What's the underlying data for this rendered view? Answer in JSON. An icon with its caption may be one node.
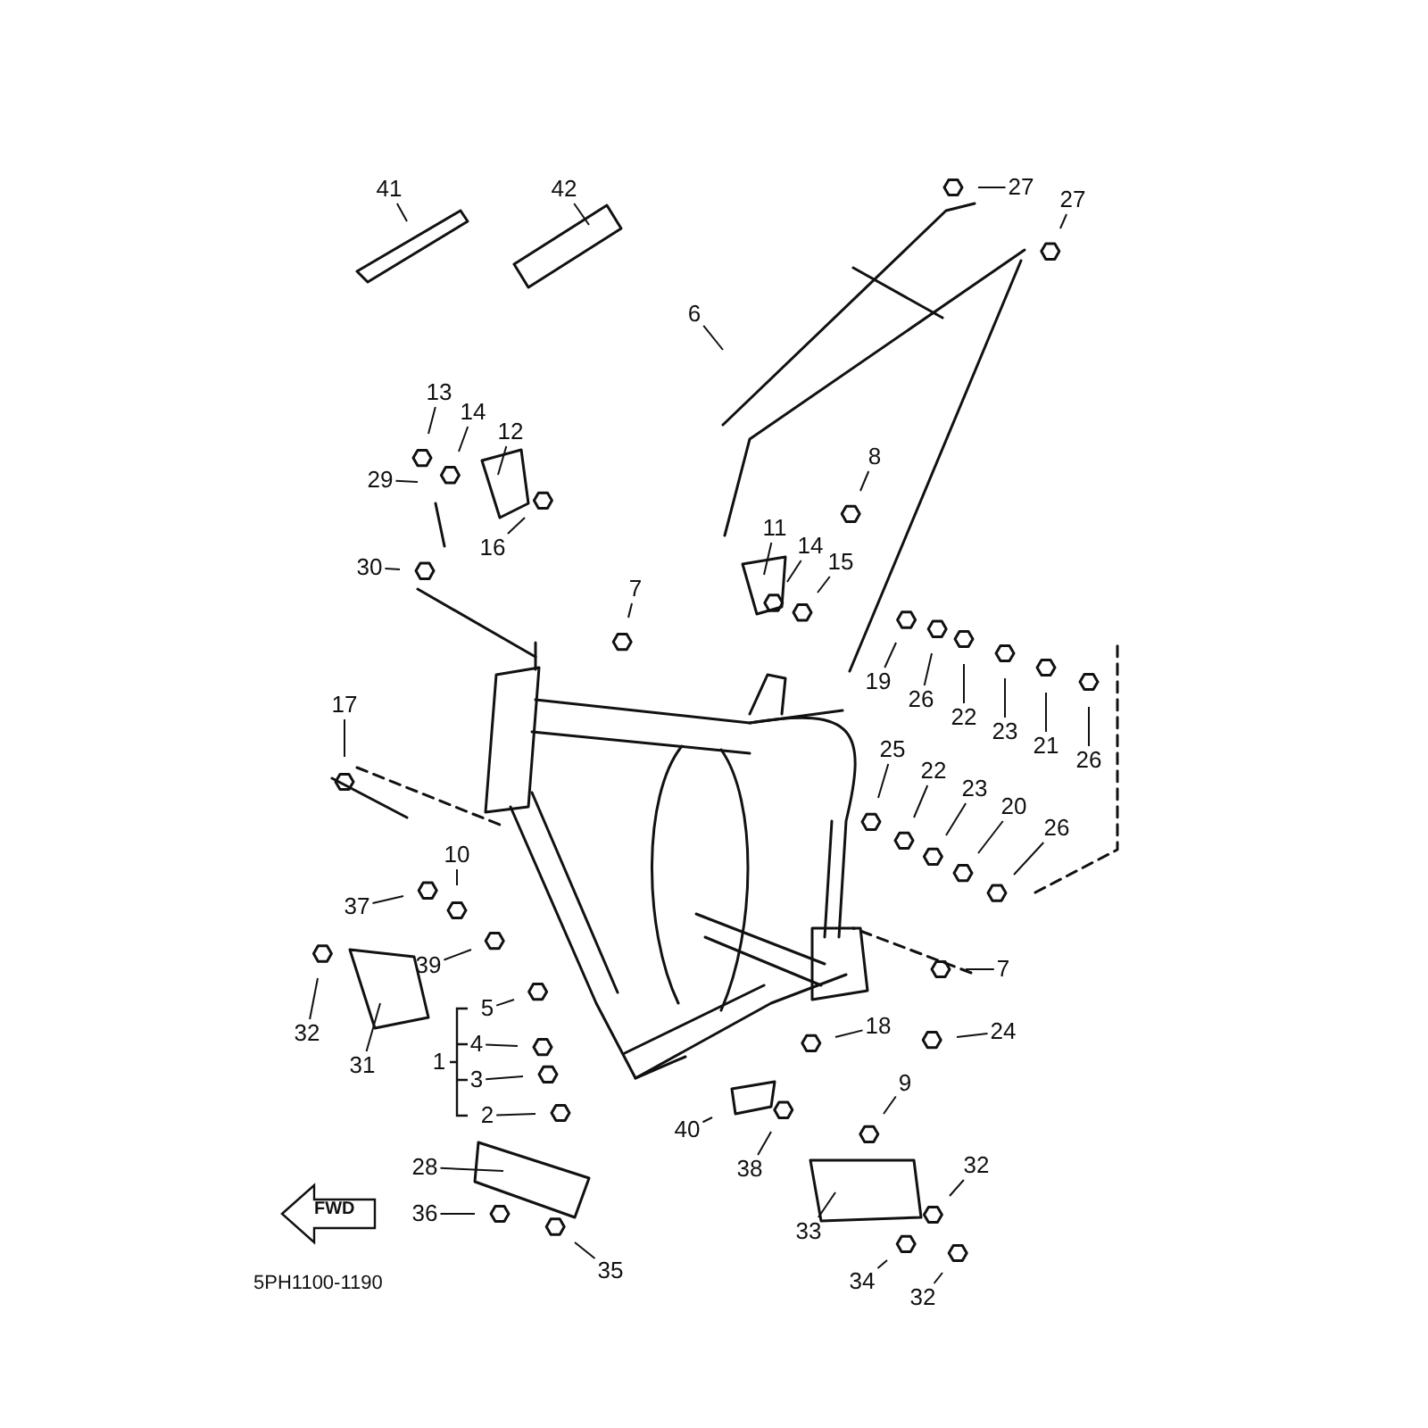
{
  "diagram": {
    "nodes": [
      {
        "text": [
          "41"
        ]
      },
      {
        "text": [
          "42"
        ]
      },
      {
        "text": [
          "27"
        ]
      },
      {
        "text": [
          "27"
        ]
      },
      {
        "text": [
          "6"
        ]
      },
      {
        "text": [
          "13"
        ]
      },
      {
        "text": [
          "14"
        ]
      },
      {
        "text": [
          "12"
        ]
      },
      {
        "text": [
          "29"
        ]
      },
      {
        "text": [
          "8"
        ]
      },
      {
        "text": [
          "16"
        ]
      },
      {
        "text": [
          "11"
        ]
      },
      {
        "text": [
          "14"
        ]
      },
      {
        "text": [
          "15"
        ]
      },
      {
        "text": [
          "30"
        ]
      },
      {
        "text": [
          "7"
        ]
      },
      {
        "text": [
          "19"
        ]
      },
      {
        "text": [
          "26"
        ]
      },
      {
        "text": [
          "22"
        ]
      },
      {
        "text": [
          "23"
        ]
      },
      {
        "text": [
          "21"
        ]
      },
      {
        "text": [
          "26"
        ]
      },
      {
        "text": [
          "17"
        ]
      },
      {
        "text": [
          "25"
        ]
      },
      {
        "text": [
          "22"
        ]
      },
      {
        "text": [
          "23"
        ]
      },
      {
        "text": [
          "20"
        ]
      },
      {
        "text": [
          "26"
        ]
      },
      {
        "text": [
          "10"
        ]
      },
      {
        "text": [
          "37"
        ]
      },
      {
        "text": [
          "39"
        ]
      },
      {
        "text": [
          "32"
        ]
      },
      {
        "text": [
          "31"
        ]
      },
      {
        "text": [
          "7"
        ]
      },
      {
        "text": [
          "5"
        ]
      },
      {
        "text": [
          "1"
        ]
      },
      {
        "text": [
          "4"
        ]
      },
      {
        "text": [
          "18"
        ]
      },
      {
        "text": [
          "24"
        ]
      },
      {
        "text": [
          "3"
        ]
      },
      {
        "text": [
          "9"
        ]
      },
      {
        "text": [
          "2"
        ]
      },
      {
        "text": [
          "40"
        ]
      },
      {
        "text": [
          "28"
        ]
      },
      {
        "text": [
          "38"
        ]
      },
      {
        "text": [
          "32"
        ]
      },
      {
        "text": [
          "36"
        ]
      },
      {
        "text": [
          "33"
        ]
      },
      {
        "text": [
          "35"
        ]
      },
      {
        "text": [
          "34"
        ]
      },
      {
        "text": [
          "32"
        ]
      }
    ],
    "edges": [
      {
        "from": 0,
        "to": null,
        "arrow": "none"
      },
      {
        "from": 1,
        "to": null,
        "arrow": "none"
      },
      {
        "from": 2,
        "to": null,
        "arrow": "none"
      },
      {
        "from": 3,
        "to": null,
        "arrow": "none"
      },
      {
        "from": 4,
        "to": null,
        "arrow": "none"
      },
      {
        "from": 5,
        "to": null,
        "arrow": "none"
      },
      {
        "from": 6,
        "to": null,
        "arrow": "none"
      },
      {
        "from": 7,
        "to": null,
        "arrow": "none"
      },
      {
        "from": 8,
        "to": null,
        "arrow": "none"
      },
      {
        "from": 9,
        "to": null,
        "arrow": "none"
      },
      {
        "from": 10,
        "to": null,
        "arrow": "none"
      },
      {
        "from": 11,
        "to": null,
        "arrow": "none"
      },
      {
        "from": 12,
        "to": null,
        "arrow": "none"
      },
      {
        "from": 13,
        "to": null,
        "arrow": "none"
      },
      {
        "from": 14,
        "to": null,
        "arrow": "none"
      },
      {
        "from": 15,
        "to": null,
        "arrow": "none"
      },
      {
        "from": 16,
        "to": null,
        "arrow": "none"
      },
      {
        "from": 17,
        "to": null,
        "arrow": "none"
      },
      {
        "from": 18,
        "to": null,
        "arrow": "none"
      },
      {
        "from": 19,
        "to": null,
        "arrow": "none"
      },
      {
        "from": 20,
        "to": null,
        "arrow": "none"
      },
      {
        "from": 21,
        "to": null,
        "arrow": "none"
      },
      {
        "from": 22,
        "to": null,
        "arrow": "none"
      },
      {
        "from": 23,
        "to": null,
        "arrow": "none"
      },
      {
        "from": 24,
        "to": null,
        "arrow": "none"
      },
      {
        "from": 25,
        "to": null,
        "arrow": "none"
      },
      {
        "from": 26,
        "to": null,
        "arrow": "none"
      },
      {
        "from": 27,
        "to": null,
        "arrow": "none"
      },
      {
        "from": 28,
        "to": null,
        "arrow": "none"
      },
      {
        "from": 29,
        "to": null,
        "arrow": "none"
      },
      {
        "from": 30,
        "to": null,
        "arrow": "none"
      },
      {
        "from": 31,
        "to": null,
        "arrow": "none"
      },
      {
        "from": 32,
        "to": null,
        "arrow": "none"
      },
      {
        "from": 33,
        "to": null,
        "arrow": "none"
      },
      {
        "from": 34,
        "to": null,
        "arrow": "none"
      },
      {
        "from": 36,
        "to": null,
        "arrow": "none"
      },
      {
        "from": 37,
        "to": null,
        "arrow": "none"
      },
      {
        "from": 38,
        "to": null,
        "arrow": "none"
      },
      {
        "from": 39,
        "to": null,
        "arrow": "none"
      },
      {
        "from": 40,
        "to": null,
        "arrow": "none"
      },
      {
        "from": 41,
        "to": null,
        "arrow": "none"
      },
      {
        "from": 42,
        "to": null,
        "arrow": "none"
      },
      {
        "from": 43,
        "to": null,
        "arrow": "none"
      },
      {
        "from": 44,
        "to": null,
        "arrow": "none"
      },
      {
        "from": 45,
        "to": null,
        "arrow": "none"
      },
      {
        "from": 46,
        "to": null,
        "arrow": "none"
      },
      {
        "from": 47,
        "to": null,
        "arrow": "none"
      },
      {
        "from": 48,
        "to": null,
        "arrow": "none"
      },
      {
        "from": 49,
        "to": null,
        "arrow": "none"
      },
      {
        "from": 50,
        "to": null,
        "arrow": "none"
      }
    ],
    "labels": [
      "FWD",
      "5PH1100-1190"
    ]
  }
}
